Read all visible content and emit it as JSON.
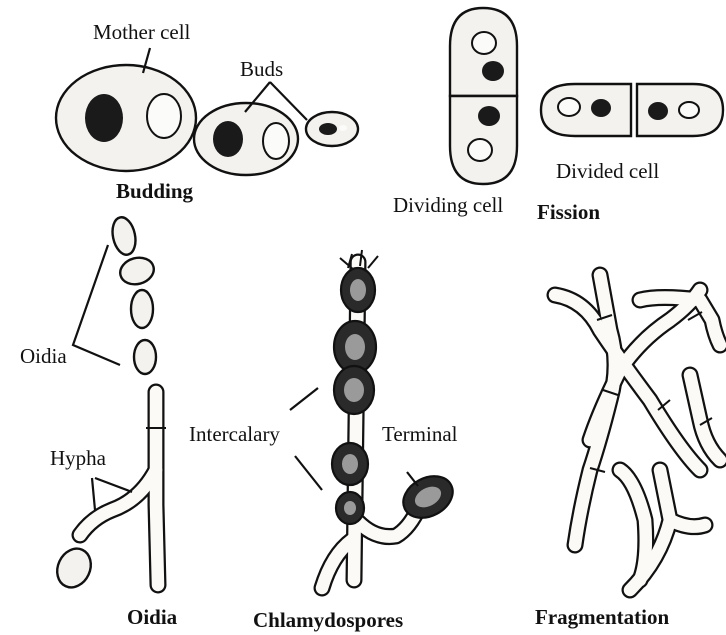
{
  "labels": {
    "mother_cell": "Mother cell",
    "buds": "Buds",
    "budding": "Budding",
    "dividing_cell": "Dividing cell",
    "fission": "Fission",
    "divided_cell": "Divided cell",
    "oidia_pointer": "Oidia",
    "hypha": "Hypha",
    "oidia_caption": "Oidia",
    "intercalary": "Intercalary",
    "terminal": "Terminal",
    "chlamydospores": "Chlamydospores",
    "fragmentation": "Fragmentation"
  }
}
